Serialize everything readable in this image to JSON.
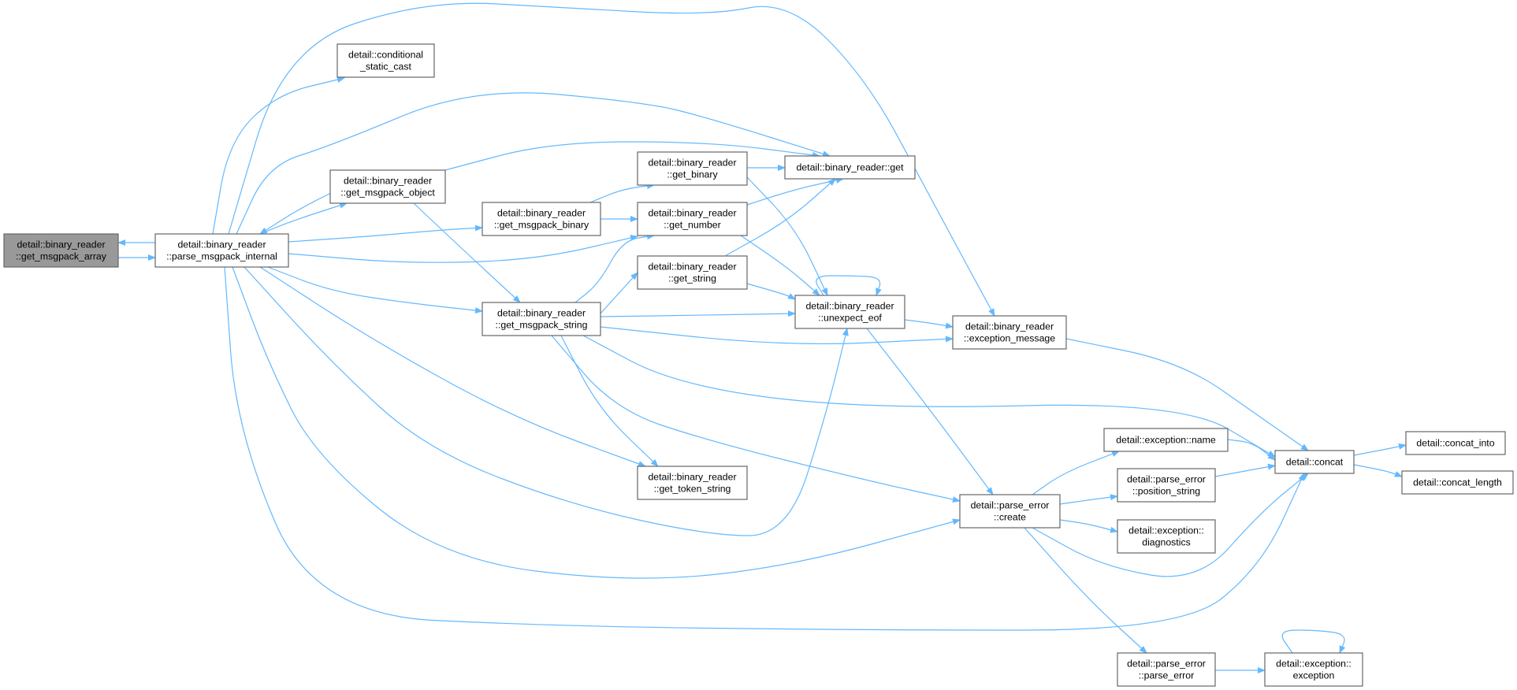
{
  "diagram": {
    "kind": "call-graph",
    "edge_color": "#63b8ff",
    "root_fill": "#999999",
    "node_fill": "#ffffff",
    "node_border": "#666666"
  },
  "nodes": [
    {
      "id": "n_array",
      "lines": [
        "detail::binary_reader",
        "::get_msgpack_array"
      ],
      "root": true
    },
    {
      "id": "n_internal",
      "lines": [
        "detail::binary_reader",
        "::parse_msgpack_internal"
      ]
    },
    {
      "id": "n_cond",
      "lines": [
        "detail::conditional",
        "_static_cast"
      ]
    },
    {
      "id": "n_object",
      "lines": [
        "detail::binary_reader",
        "::get_msgpack_object"
      ]
    },
    {
      "id": "n_mbinary",
      "lines": [
        "detail::binary_reader",
        "::get_msgpack_binary"
      ]
    },
    {
      "id": "n_mstring",
      "lines": [
        "detail::binary_reader",
        "::get_msgpack_string"
      ]
    },
    {
      "id": "n_getbinary",
      "lines": [
        "detail::binary_reader",
        "::get_binary"
      ]
    },
    {
      "id": "n_getnumber",
      "lines": [
        "detail::binary_reader",
        "::get_number"
      ]
    },
    {
      "id": "n_getstring",
      "lines": [
        "detail::binary_reader",
        "::get_string"
      ]
    },
    {
      "id": "n_get",
      "lines": [
        "detail::binary_reader::get"
      ]
    },
    {
      "id": "n_eof",
      "lines": [
        "detail::binary_reader",
        "::unexpect_eof"
      ]
    },
    {
      "id": "n_excmsg",
      "lines": [
        "detail::binary_reader",
        "::exception_message"
      ]
    },
    {
      "id": "n_token",
      "lines": [
        "detail::binary_reader",
        "::get_token_string"
      ]
    },
    {
      "id": "n_create",
      "lines": [
        "detail::parse_error",
        "::create"
      ]
    },
    {
      "id": "n_excname",
      "lines": [
        "detail::exception::name"
      ]
    },
    {
      "id": "n_posstr",
      "lines": [
        "detail::parse_error",
        "::position_string"
      ]
    },
    {
      "id": "n_diag",
      "lines": [
        "detail::exception::",
        "diagnostics"
      ]
    },
    {
      "id": "n_concat",
      "lines": [
        "detail::concat"
      ]
    },
    {
      "id": "n_concat_into",
      "lines": [
        "detail::concat_into"
      ]
    },
    {
      "id": "n_concat_len",
      "lines": [
        "detail::concat_length"
      ]
    },
    {
      "id": "n_pe_ctor",
      "lines": [
        "detail::parse_error",
        "::parse_error"
      ]
    },
    {
      "id": "n_exc_ctor",
      "lines": [
        "detail::exception::",
        "exception"
      ]
    }
  ],
  "edges": [
    [
      "n_array",
      "n_internal"
    ],
    [
      "n_internal",
      "n_array"
    ],
    [
      "n_internal",
      "n_cond"
    ],
    [
      "n_internal",
      "n_object"
    ],
    [
      "n_object",
      "n_internal"
    ],
    [
      "n_internal",
      "n_get"
    ],
    [
      "n_internal",
      "n_excmsg"
    ],
    [
      "n_internal",
      "n_mbinary"
    ],
    [
      "n_internal",
      "n_getnumber"
    ],
    [
      "n_internal",
      "n_mstring"
    ],
    [
      "n_internal",
      "n_token"
    ],
    [
      "n_internal",
      "n_eof"
    ],
    [
      "n_internal",
      "n_create"
    ],
    [
      "n_internal",
      "n_concat"
    ],
    [
      "n_object",
      "n_get"
    ],
    [
      "n_object",
      "n_mstring"
    ],
    [
      "n_mbinary",
      "n_getbinary"
    ],
    [
      "n_mbinary",
      "n_getnumber"
    ],
    [
      "n_mstring",
      "n_getnumber"
    ],
    [
      "n_mstring",
      "n_getstring"
    ],
    [
      "n_mstring",
      "n_eof"
    ],
    [
      "n_mstring",
      "n_excmsg"
    ],
    [
      "n_mstring",
      "n_concat"
    ],
    [
      "n_mstring",
      "n_token"
    ],
    [
      "n_mstring",
      "n_create"
    ],
    [
      "n_getbinary",
      "n_get"
    ],
    [
      "n_getbinary",
      "n_eof"
    ],
    [
      "n_getnumber",
      "n_get"
    ],
    [
      "n_getnumber",
      "n_eof"
    ],
    [
      "n_getstring",
      "n_get"
    ],
    [
      "n_getstring",
      "n_eof"
    ],
    [
      "n_eof",
      "n_eof"
    ],
    [
      "n_eof",
      "n_excmsg"
    ],
    [
      "n_eof",
      "n_create"
    ],
    [
      "n_excmsg",
      "n_concat"
    ],
    [
      "n_create",
      "n_excname"
    ],
    [
      "n_create",
      "n_posstr"
    ],
    [
      "n_create",
      "n_diag"
    ],
    [
      "n_create",
      "n_concat"
    ],
    [
      "n_create",
      "n_pe_ctor"
    ],
    [
      "n_excname",
      "n_concat"
    ],
    [
      "n_posstr",
      "n_concat"
    ],
    [
      "n_concat",
      "n_concat_into"
    ],
    [
      "n_concat",
      "n_concat_len"
    ],
    [
      "n_pe_ctor",
      "n_exc_ctor"
    ],
    [
      "n_exc_ctor",
      "n_exc_ctor"
    ]
  ]
}
